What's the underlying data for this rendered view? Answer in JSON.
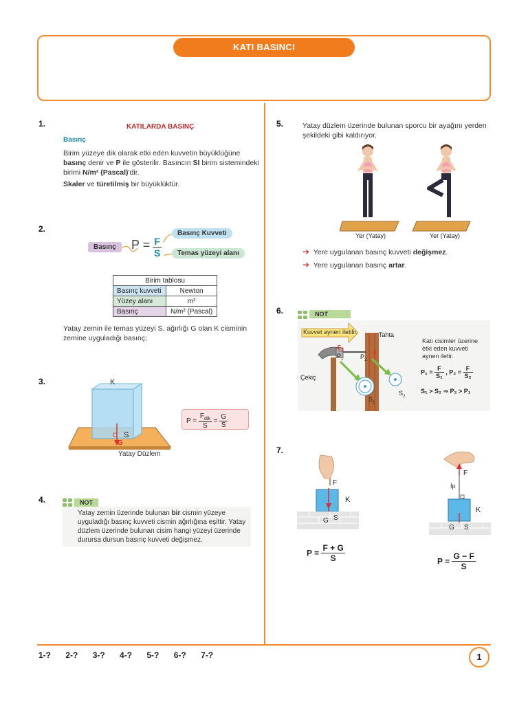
{
  "header": {
    "title": "KATI BASINCI"
  },
  "q1": {
    "number": "1.",
    "title": "KATILARDA BASINÇ",
    "subtitle": "Basınç",
    "p1_a": "Birim yüzeye dik olarak etki eden kuvvetin büyüklüğüne",
    "p1_b_bold1": "basınç",
    "p1_b_mid": " denir ve ",
    "p1_b_bold2": "P",
    "p1_b_rest": " ile gösterilir. Basıncın ",
    "p1_b_bold3": "SI",
    "p1_b_end": " birim sistemindeki",
    "p1_c_pre": "birimi ",
    "p1_c_bold": "N/m² (Pascal)",
    "p1_c_end": "'dir.",
    "p2_bold1": "Skaler",
    "p2_mid": " ve ",
    "p2_bold2": "türetilmiş",
    "p2_end": " bir büyüklüktür."
  },
  "q2": {
    "number": "2.",
    "basinc_label": "Basınç",
    "formula_p": "P",
    "formula_eq": "=",
    "formula_f": "F",
    "formula_s": "S",
    "kuvvet_label": "Basınç Kuvveti",
    "alan_label": "Temas yüzeyi alanı",
    "table_title": "Birim tablosu",
    "table_rows": [
      {
        "name": "Basınç kuvveti",
        "unit": "Newton"
      },
      {
        "name": "Yüzey alanı",
        "unit": "m²"
      },
      {
        "name": "Basınç",
        "unit": "N/m² (Pascal)"
      }
    ],
    "text_a": "Yatay zemin ile temas yüzeyi S, ağırlığı G olan K cisminin",
    "text_b": "zemine uyguladığı basınç;"
  },
  "q3": {
    "number": "3.",
    "k_label": "K",
    "s_label": "S",
    "g_label": "G",
    "plane_label": "Yatay Düzlem",
    "formula_p": "P =",
    "formula_fdik": "F",
    "formula_fdik_sub": "dik",
    "formula_s1": "S",
    "formula_eq": "=",
    "formula_g": "G",
    "formula_s2": "S"
  },
  "q4": {
    "number": "4.",
    "not_label": "NOT",
    "line1_pre": "Yatay zemin üzerinde bulunan ",
    "line1_bold": "bir",
    "line1_end": " cismin yüzeye",
    "line2": "uyguladığı basınç kuvveti cismin ağırlığına eşittir. Yatay",
    "line3": "düzlem üzerinde bulunan cisim hangi yüzeyi üzerinde",
    "line4": "durursa dursun basınç kuvveti değişmez."
  },
  "q5": {
    "number": "5.",
    "text_a": "Yatay düzlem üzerinde bulunan sporcu bir ayağını yerden",
    "text_b": "şekildeki gibi kaldırıyor.",
    "ground_left": "Yer (Yatay)",
    "ground_right": "Yer (Yatay)",
    "bullet1_pre": "Yere uygulanan basınç kuvveti ",
    "bullet1_bold": "değişmez",
    "bullet1_end": ".",
    "bullet2_pre": "Yere uygulanan basınç ",
    "bullet2_bold": "artar",
    "bullet2_end": "."
  },
  "q6": {
    "number": "6.",
    "not_label": "NOT",
    "arrow_label": "Kuvvet aynen iletilir.",
    "tahta": "Tahta",
    "cekic": "Çekiç",
    "f1": "F",
    "f2": "F",
    "p1": "P",
    "p1_sub": "1",
    "p2": "P",
    "p2_sub": "2",
    "s1": "S",
    "s1_sub": "1",
    "s2": "S",
    "s2_sub": "2",
    "note_a": "Katı cisimler üzerine",
    "note_b": "etki eden kuvveti",
    "note_c": "aynen iletir.",
    "eq1": "P₁ =",
    "eq1_num": "F",
    "eq1_den": "S₁",
    "eq2": ", P₂ =",
    "eq2_num": "F",
    "eq2_den": "S₂",
    "ineq": "S₁ > S₂ ⇒ P₂ > P₁"
  },
  "q7": {
    "number": "7.",
    "left_f": "F",
    "left_k": "K",
    "left_g": "G",
    "left_s": "S",
    "left_p": "P =",
    "left_num": "F + G",
    "left_den": "S",
    "right_f": "F",
    "right_ip": "İp",
    "right_k": "K",
    "right_g": "G",
    "right_s": "S",
    "right_p": "P =",
    "right_num": "G − F",
    "right_den": "S"
  },
  "footer": {
    "answers": [
      "1-?",
      "2-?",
      "3-?",
      "4-?",
      "5-?",
      "6-?",
      "7-?"
    ],
    "page": "1"
  },
  "colors": {
    "accent": "#f07c1d",
    "red": "#c0272d",
    "teal": "#1e8aa8"
  }
}
